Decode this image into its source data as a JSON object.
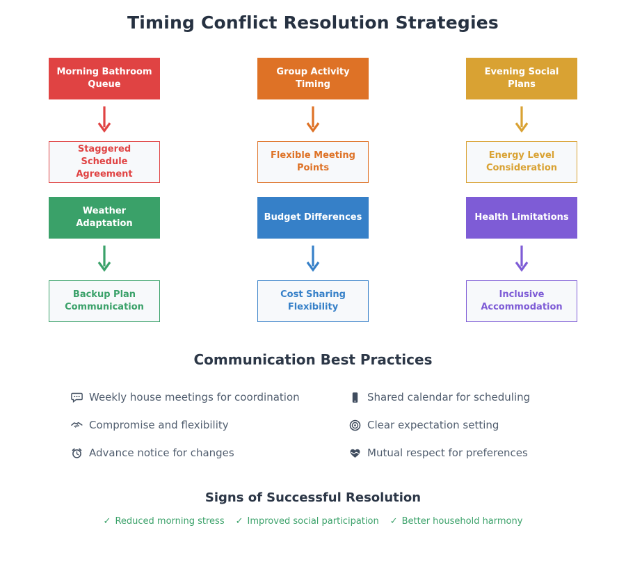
{
  "title": "Timing Conflict Resolution Strategies",
  "flow": {
    "pairs": [
      {
        "problem": "Morning Bathroom Queue",
        "solution": "Staggered Schedule Agreement",
        "color": "#e04343"
      },
      {
        "problem": "Group Activity Timing",
        "solution": "Flexible Meeting Points",
        "color": "#de7226"
      },
      {
        "problem": "Evening Social Plans",
        "solution": "Energy Level Consideration",
        "color": "#d9a233"
      },
      {
        "problem": "Weather Adaptation",
        "solution": "Backup Plan Communication",
        "color": "#3aa169"
      },
      {
        "problem": "Budget Differences",
        "solution": "Cost Sharing Flexibility",
        "color": "#3680c8"
      },
      {
        "problem": "Health Limitations",
        "solution": "Inclusive Accommodation",
        "color": "#7e5cd6"
      }
    ]
  },
  "best_practices": {
    "heading": "Communication Best Practices",
    "left": [
      {
        "icon": "speech-balloon-icon",
        "text": "Weekly house meetings for coordination"
      },
      {
        "icon": "handshake-icon",
        "text": "Compromise and flexibility"
      },
      {
        "icon": "alarm-clock-icon",
        "text": "Advance notice for changes"
      }
    ],
    "right": [
      {
        "icon": "mobile-phone-icon",
        "text": "Shared calendar for scheduling"
      },
      {
        "icon": "target-icon",
        "text": "Clear expectation setting"
      },
      {
        "icon": "heart-icon",
        "text": "Mutual respect for preferences"
      }
    ]
  },
  "signs": {
    "heading": "Signs of Successful Resolution",
    "check_glyph": "✓",
    "items": [
      "Reduced morning stress",
      "Improved social participation",
      "Better household harmony"
    ],
    "color": "#3aa169"
  },
  "colors": {
    "heading_text": "#263141",
    "body_text": "#505d6e",
    "icon": "#3f4c5e",
    "solution_bg": "#f7f9fb",
    "background": "#ffffff"
  }
}
